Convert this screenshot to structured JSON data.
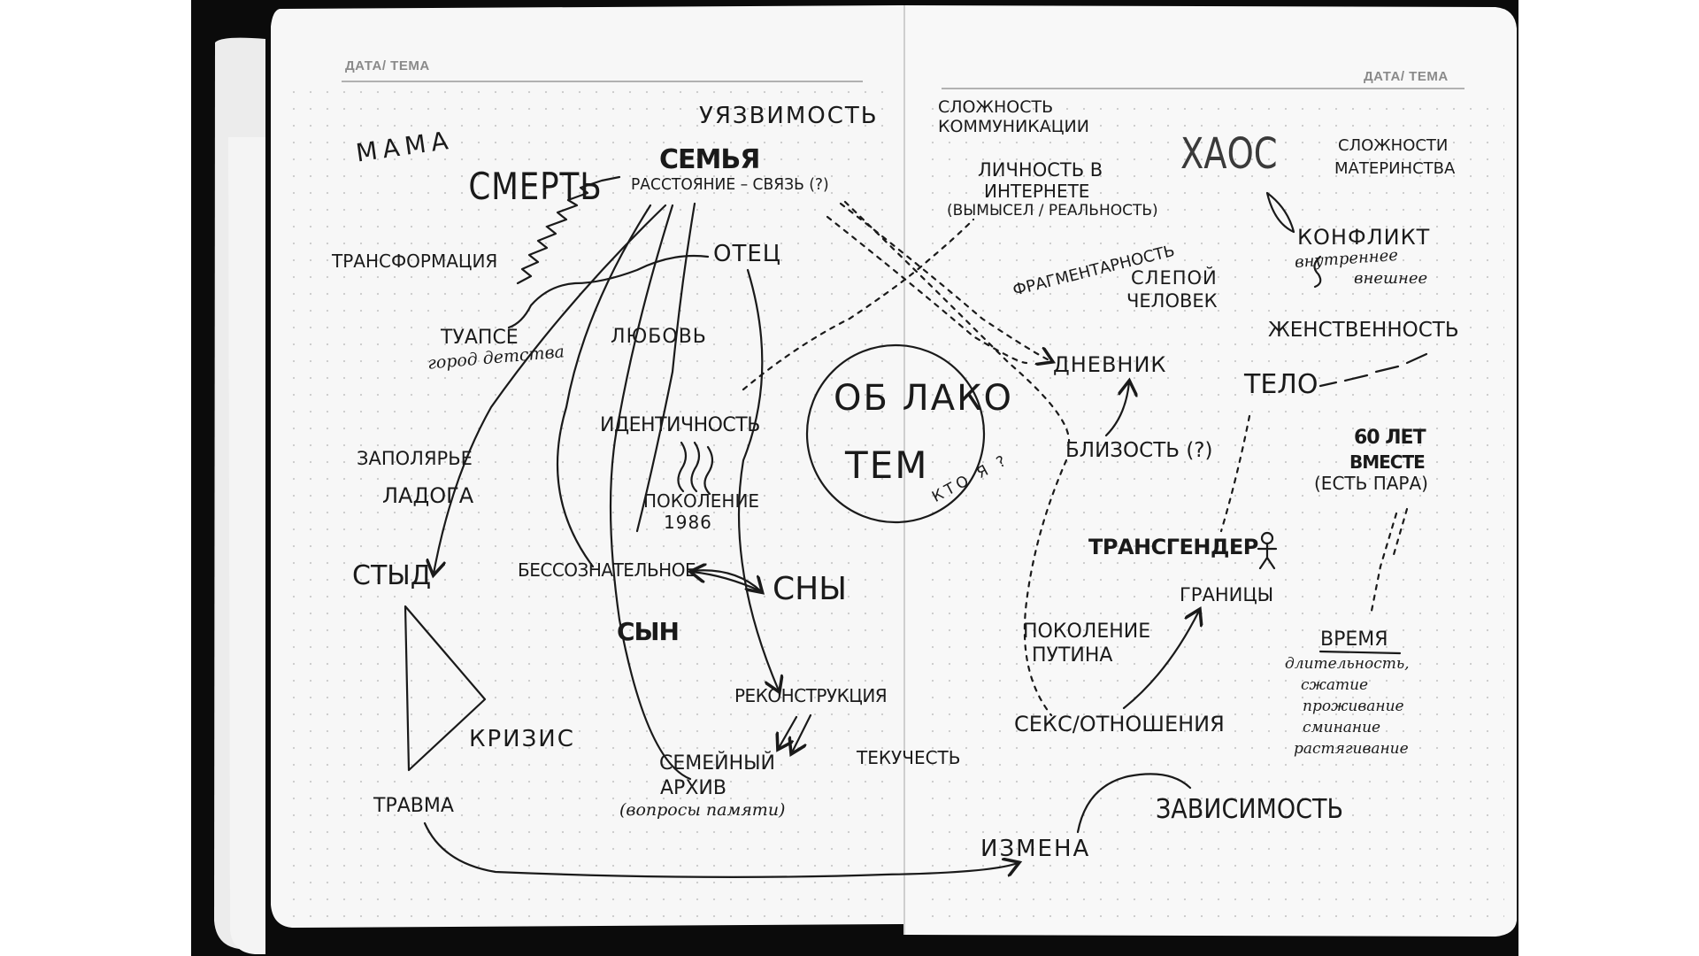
{
  "page": {
    "header_left": "ДАТА/ ТЕМА",
    "header_right": "ДАТА/ ТЕМА"
  },
  "left_page": {
    "mama": "МАМА",
    "smert": "СМЕРТЬ",
    "uyazvimost": "УЯЗВИМОСТЬ",
    "semya": "СЕМЬЯ",
    "rasstoyanie": "РАССТОЯНИЕ – СВЯЗЬ (?)",
    "transformaciya": "ТРАНСФОРМАЦИЯ",
    "otec": "ОТЕЦ",
    "tuapse": "ТУАПСЕ",
    "gorod_detstva": "город детства",
    "lyubov": "ЛЮБОВЬ",
    "identichnost": "ИДЕНТИЧНОСТЬ",
    "zapolyarye": "ЗАПОЛЯРЬЕ",
    "ladoga": "ЛАДОГА",
    "pokolenie_1986_line1": "ПОКОЛЕНИЕ",
    "pokolenie_1986_line2": "1986",
    "styd": "СТЫД",
    "bessoznatelnoe": "БЕССОЗНАТЕЛЬНОЕ",
    "sny": "СНЫ",
    "syn": "СЫН",
    "rekonstrukciya": "РЕКОНСТРУКЦИЯ",
    "krizis": "КРИЗИС",
    "semeyny_arkhiv_line1": "СЕМЕЙНЫЙ",
    "semeyny_arkhiv_line2": "АРХИВ",
    "semeyny_arkhiv_line3": "(вопросы памяти)",
    "tekuchest": "ТЕКУЧЕСТЬ",
    "travma": "ТРАВМА"
  },
  "center": {
    "oblako_line1": "ОБ ЛАКО",
    "oblako_line2": "ТЕМ",
    "kto_ya": "КТО Я ?"
  },
  "right_page": {
    "slozhnost_line1": "СЛОЖНОСТЬ",
    "slozhnost_line2": "КОММУНИКАЦИИ",
    "lichnost_line1": "ЛИЧНОСТЬ В",
    "lichnost_line2": "ИНТЕРНЕТЕ",
    "lichnost_line3": "(ВЫМЫСЕЛ / РЕАЛЬНОСТЬ)",
    "fragmentarnost": "ФРАГМЕНТАРНОСТЬ",
    "slepoy_line1": "СЛЕПОЙ",
    "slepoy_line2": "ЧЕЛОВЕК",
    "khaos": "ХАОС",
    "materinstvo_line1": "СЛОЖНОСТИ",
    "materinstvo_line2": "МАТЕРИНСТВА",
    "konflikt": "КОНФЛИКТ",
    "vnutrennee": "внутреннее",
    "vneshnee": "внешнее",
    "zhenstvennost": "ЖЕНСТВЕННОСТЬ",
    "dnevnik": "ДНЕВНИК",
    "telo": "ТЕЛО",
    "blizost": "БЛИЗОСТЬ (?)",
    "sixty_line1": "60 ЛЕТ",
    "sixty_line2": "ВМЕСТЕ",
    "sixty_line3": "(ЕСТЬ ПАРА)",
    "transgender": "ТРАНСГЕНДЕР",
    "granicy": "ГРАНИЦЫ",
    "pokolenie_putina_line1": "ПОКОЛЕНИЕ",
    "pokolenie_putina_line2": "ПУТИНА",
    "vremya": "ВРЕМЯ",
    "vremya_line1": "длительность,",
    "vremya_line2": "сжатие",
    "vremya_line3": "проживание",
    "vremya_line4": "сминание",
    "vremya_line5": "растягивание",
    "seks": "СЕКС/ОТНОШЕНИЯ",
    "zavisimost": "ЗАВИСИМОСТЬ",
    "izmena": "ИЗМЕНА"
  },
  "colors": {
    "background": "#ffffff",
    "cover": "#0b0b0b",
    "paper": "#f7f7f7",
    "ink": "#1a1a1a",
    "header_gray": "#8a8a8a"
  }
}
